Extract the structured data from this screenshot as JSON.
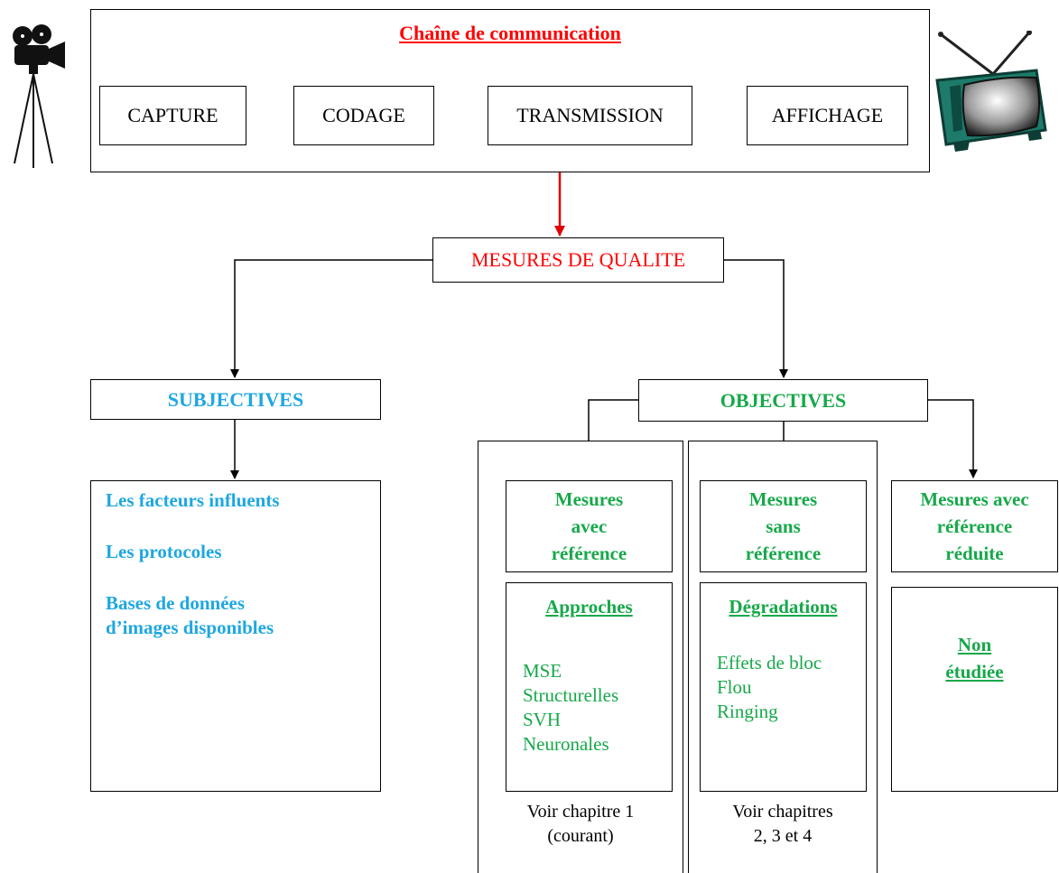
{
  "chain": {
    "title": "Chaîne de communication",
    "stages": [
      "CAPTURE",
      "CODAGE",
      "TRANSMISSION",
      "AFFICHAGE"
    ]
  },
  "quality": {
    "label": "MESURES DE QUALITE"
  },
  "subjective": {
    "label": "SUBJECTIVES",
    "items": [
      "Les facteurs influents",
      "Les protocoles",
      "Bases de données",
      "d’images disponibles"
    ]
  },
  "objective": {
    "label": "OBJECTIVES",
    "with_ref": {
      "title_lines": [
        "Mesures",
        "avec",
        "référence"
      ],
      "heading": "Approches",
      "items": [
        "MSE",
        "Structurelles",
        "SVH",
        "Neuronales"
      ],
      "chapter_lines": [
        "Voir chapitre 1",
        "(courant)"
      ]
    },
    "without_ref": {
      "title_lines": [
        "Mesures",
        "sans",
        "référence"
      ],
      "heading": "Dégradations",
      "items": [
        "Effets de bloc",
        "Flou",
        "Ringing"
      ],
      "chapter_lines": [
        "Voir chapitres",
        "2, 3 et 4"
      ]
    },
    "reduced_ref": {
      "title_lines": [
        "Mesures avec",
        "référence",
        "réduite"
      ],
      "status_lines": [
        "Non",
        "étudiée"
      ]
    }
  },
  "colors": {
    "red": "#ff0000",
    "blue": "#1ea7e1",
    "green": "#17a84a"
  },
  "icons": [
    "camera-icon",
    "television-icon"
  ]
}
